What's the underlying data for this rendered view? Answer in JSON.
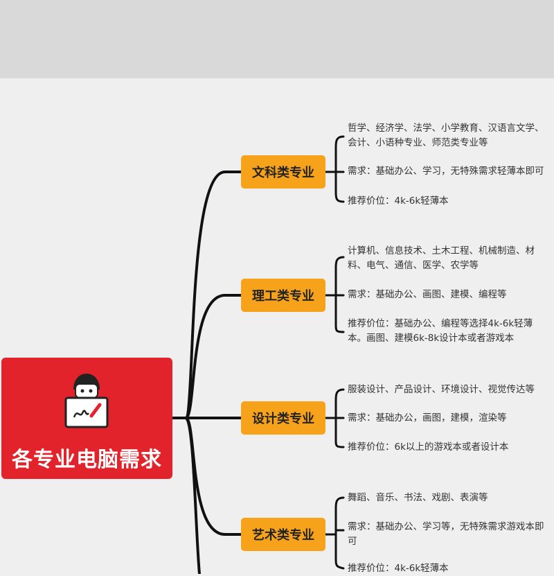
{
  "colors": {
    "root": "#e3232b",
    "branch": "#f7a21b",
    "line": "#111111",
    "background": "#efefef"
  },
  "root": {
    "title": "各专业电脑需求",
    "icon": "student-laptop-icon"
  },
  "branches": [
    {
      "label": "文科类专业",
      "items": [
        "哲学、经济学、法学、小学教育、汉语言文学、会计、小语种专业、师范类专业等",
        "需求：基础办公、学习，无特殊需求轻薄本即可",
        "推荐价位：4k-6k轻薄本"
      ]
    },
    {
      "label": "理工类专业",
      "items": [
        "计算机、信息技术、土木工程、机械制造、材料、电气、通信、医学、农学等",
        "需求：基础办公、画图、建模、编程等",
        "推荐价位：基础办公、编程等选择4k-6k轻薄本。画图、建模6k-8k设计本或者游戏本"
      ]
    },
    {
      "label": "设计类专业",
      "items": [
        "服装设计、产品设计、环境设计、视觉传达等",
        "需求：基础办公，画图，建模，渲染等",
        "推荐价位：6k以上的游戏本或者设计本"
      ]
    },
    {
      "label": "艺术类专业",
      "items": [
        "舞蹈、音乐、书法、戏剧、表演等",
        "需求：基础办公、学习等，无特殊需求游戏本即可",
        "推荐价位：4k-6k轻薄本"
      ]
    }
  ]
}
